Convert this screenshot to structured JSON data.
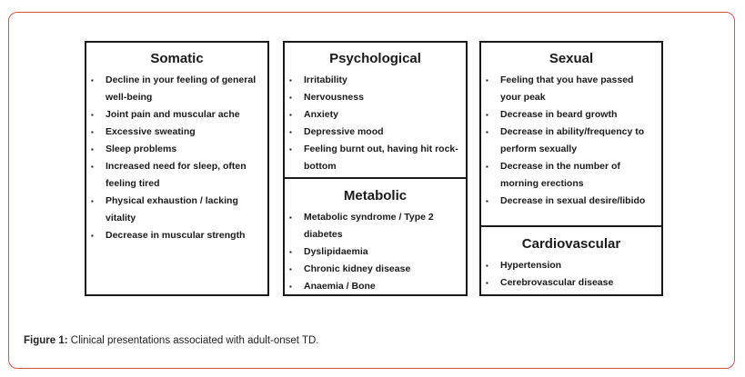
{
  "boxes": {
    "somatic": {
      "title": "Somatic",
      "items": [
        "Decline in your feeling of general well-being",
        "Joint pain and muscular ache",
        "Excessive sweating",
        "Sleep problems",
        "Increased need for sleep, often feeling tired",
        "Physical exhaustion / lacking vitality",
        "Decrease in muscular strength"
      ]
    },
    "psychological": {
      "title": "Psychological",
      "items": [
        "Irritability",
        "Nervousness",
        "Anxiety",
        "Depressive mood",
        "Feeling burnt out, having hit rock-bottom"
      ]
    },
    "metabolic": {
      "title": "Metabolic",
      "items": [
        "Metabolic syndrome / Type 2 diabetes",
        "Dyslipidaemia",
        "Chronic kidney disease",
        "Anaemia / Bone"
      ]
    },
    "sexual": {
      "title": "Sexual",
      "items": [
        "Feeling that you have passed your peak",
        "Decrease in beard growth",
        "Decrease in ability/frequency to perform sexually",
        "Decrease in the number of morning erections",
        "Decrease in sexual desire/libido"
      ]
    },
    "cardiovascular": {
      "title": "Cardiovascular",
      "items": [
        "Hypertension",
        "Cerebrovascular disease"
      ]
    }
  },
  "caption": {
    "label": "Figure 1:",
    "text": " Clinical presentations associated with adult-onset TD."
  }
}
